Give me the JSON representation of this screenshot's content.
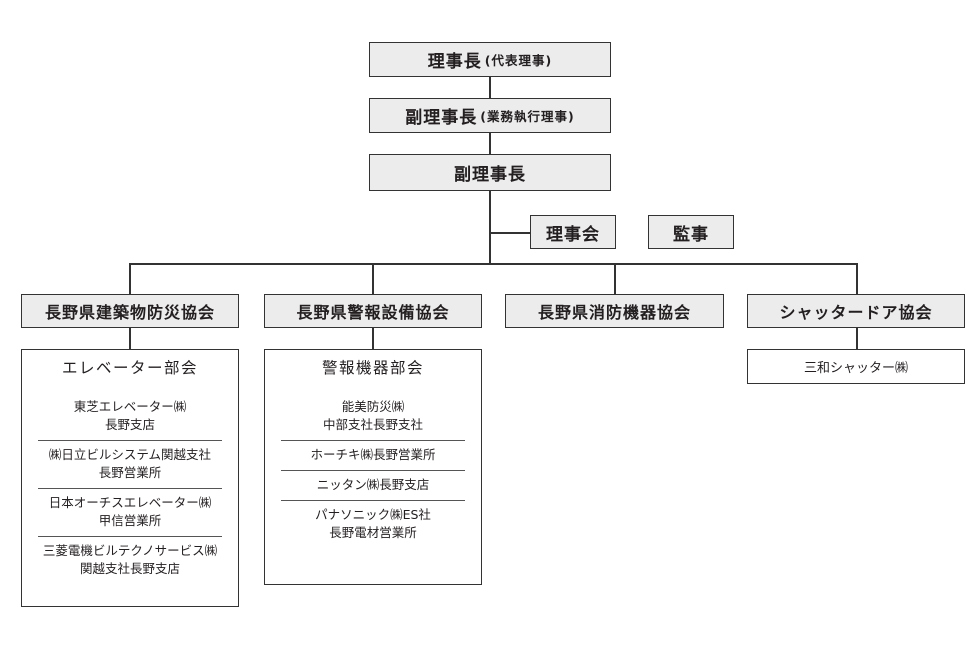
{
  "top": {
    "chairman": {
      "title": "理事長",
      "note": "(代表理事)"
    },
    "vice_exec": {
      "title": "副理事長",
      "note": "(業務執行理事)"
    },
    "vice": {
      "title": "副理事長"
    },
    "board": "理事会",
    "auditor": "監事"
  },
  "associations": [
    {
      "name": "長野県建築物防災協会",
      "subgroup": {
        "name": "エレベーター部会",
        "members": [
          [
            "東芝エレベーター㈱",
            "長野支店"
          ],
          [
            "㈱日立ビルシステム関越支社",
            "長野営業所"
          ],
          [
            "日本オーチスエレベーター㈱",
            "甲信営業所"
          ],
          [
            "三菱電機ビルテクノサービス㈱",
            "関越支社長野支店"
          ]
        ]
      }
    },
    {
      "name": "長野県警報設備協会",
      "subgroup": {
        "name": "警報機器部会",
        "members": [
          [
            "能美防災㈱",
            "中部支社長野支社"
          ],
          [
            "ホーチキ㈱長野営業所"
          ],
          [
            "ニッタン㈱長野支店"
          ],
          [
            "パナソニック㈱ES社",
            "長野電材営業所"
          ]
        ]
      }
    },
    {
      "name": "長野県消防機器協会"
    },
    {
      "name": "シャッタードア協会",
      "members": [
        [
          "三和シャッター㈱"
        ]
      ]
    }
  ]
}
